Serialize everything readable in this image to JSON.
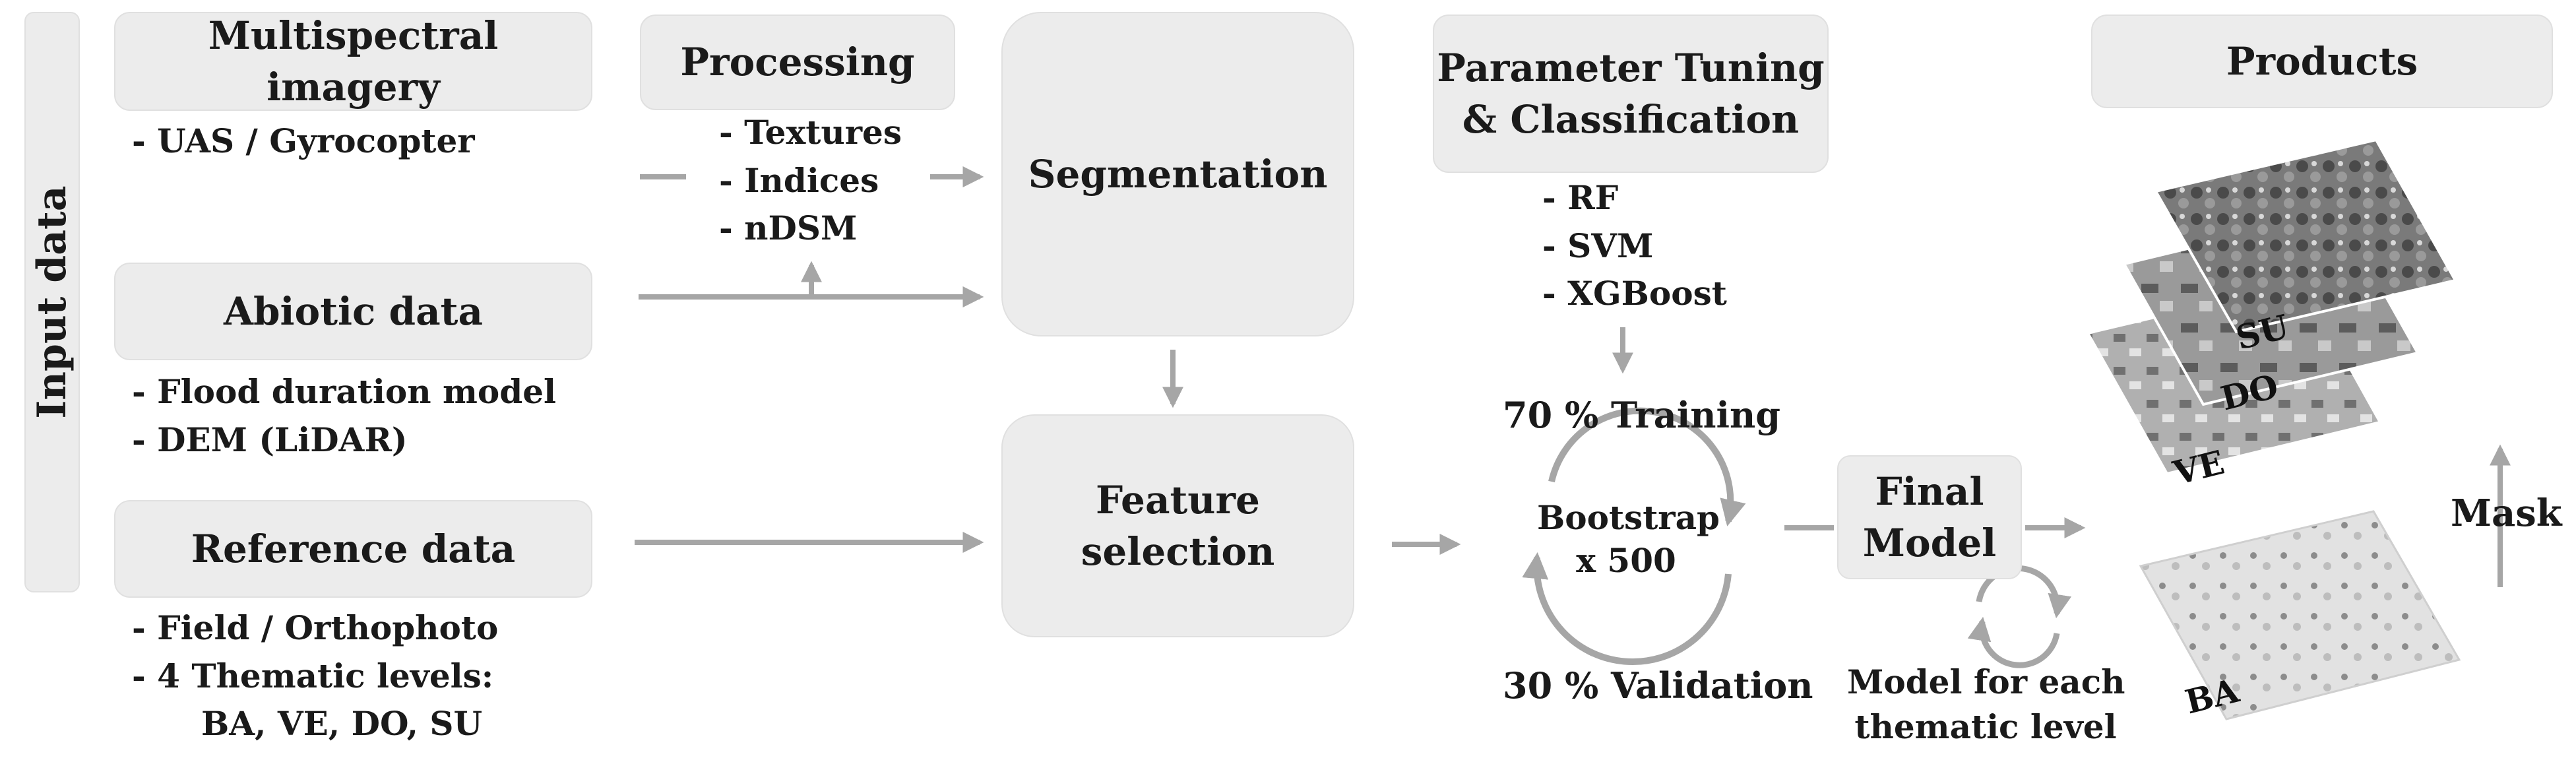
{
  "input_label": "Input data",
  "boxes": {
    "multispectral": [
      "Multispectral",
      "imagery"
    ],
    "abiotic": "Abiotic data",
    "reference": "Reference data",
    "processing": "Processing",
    "segmentation": "Segmentation",
    "feature_selection": [
      "Feature",
      "selection"
    ],
    "parameter_tuning": [
      "Parameter Tuning",
      "& Classification"
    ],
    "final_model": [
      "Final",
      "Model"
    ],
    "products": "Products"
  },
  "lists": {
    "multispectral": [
      "- UAS / Gyrocopter"
    ],
    "abiotic": [
      "- Flood duration model",
      "- DEM (LiDAR)"
    ],
    "reference": [
      "- Field / Orthophoto",
      "- 4 Thematic levels:",
      "BA, VE, DO, SU"
    ],
    "processing": [
      "- Textures",
      "- Indices",
      "- nDSM"
    ],
    "classifiers": [
      "- RF",
      "- SVM",
      "- XGBoost"
    ]
  },
  "bootstrap": {
    "training": "70 % Training",
    "label": [
      "Bootstrap",
      "x 500"
    ],
    "validation": "30 % Validation"
  },
  "model_note": [
    "Model for each",
    "thematic level"
  ],
  "mask": "Mask",
  "layers": [
    "SU",
    "DO",
    "VE",
    "BA"
  ],
  "colors": {
    "box_fill": "#ececec",
    "arrow": "#a6a6a6",
    "text": "#1a1a1a"
  }
}
